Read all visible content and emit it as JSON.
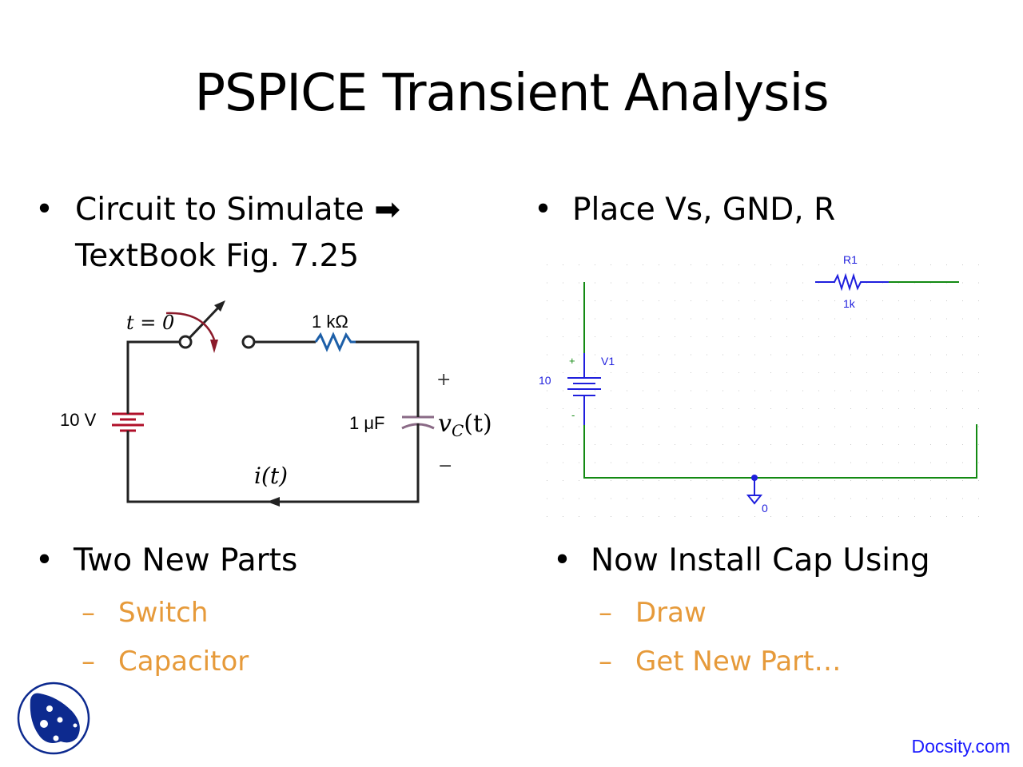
{
  "slide": {
    "title": "PSPICE Transient Analysis",
    "bullets": {
      "left_top": {
        "marker": "•",
        "line1": "Circuit to Simulate ➡",
        "line2": "TextBook Fig. 7.25"
      },
      "right_top": {
        "marker": "•",
        "line1": "Place Vs, GND, R"
      },
      "left_bottom": {
        "marker": "•",
        "line1": "Two New Parts",
        "subs": [
          "Switch",
          "Capacitor"
        ]
      },
      "right_bottom": {
        "marker": "•",
        "line1": "Now Install Cap Using",
        "subs": [
          "Draw",
          "Get New Part…"
        ]
      }
    },
    "sub_marker": "–"
  },
  "textbook_circuit": {
    "switch_label": "t = 0",
    "resistor_label": "1 kΩ",
    "source_label": "10 V",
    "capacitor_label": "1 μF",
    "voltage_label": "v",
    "voltage_sub": "C",
    "voltage_arg": "(t)",
    "plus": "+",
    "minus": "−",
    "current_label": "i(t)"
  },
  "pspice_schematic": {
    "resistor_name": "R1",
    "resistor_value": "1k",
    "source_name": "V1",
    "source_value": "10",
    "plus": "+",
    "minus": "-",
    "ground_label": "0"
  },
  "footer": {
    "brand": "Docsity.com"
  },
  "colors": {
    "sub_text": "#e69a3a",
    "wire_green": "#138a13",
    "part_blue": "#1f1fdd",
    "brand_blue": "#1a1aff",
    "battery_red": "#b0102a",
    "resistor_blue": "#1d5fa8",
    "cap_purple": "#8a6a86"
  }
}
